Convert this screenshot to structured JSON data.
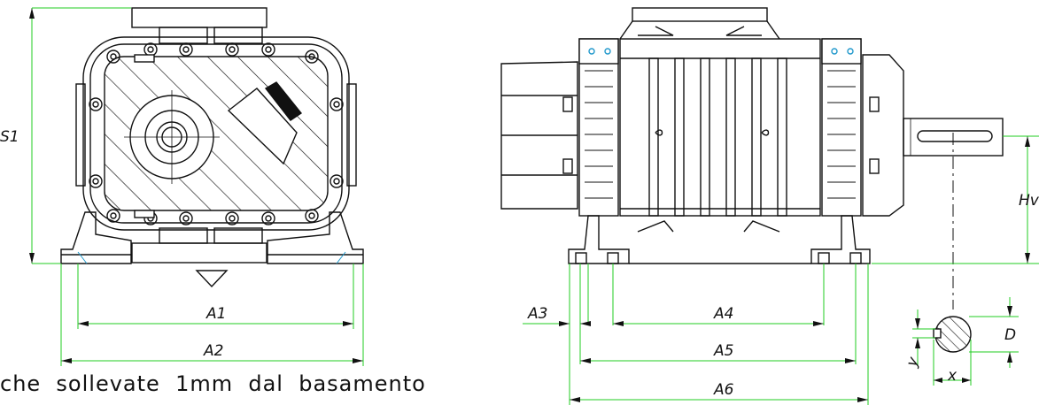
{
  "labels": {
    "S1": "S1",
    "A1": "A1",
    "A2": "A2",
    "A3": "A3",
    "A4": "A4",
    "A5": "A5",
    "A6": "A6",
    "Hv": "Hv",
    "D": "D",
    "x": "x",
    "y": "y"
  },
  "note": "che  sollevate  1mm  dal  basamento",
  "colors": {
    "line": "#111111",
    "dimension": "#22cc22",
    "detail": "#2299cc"
  }
}
